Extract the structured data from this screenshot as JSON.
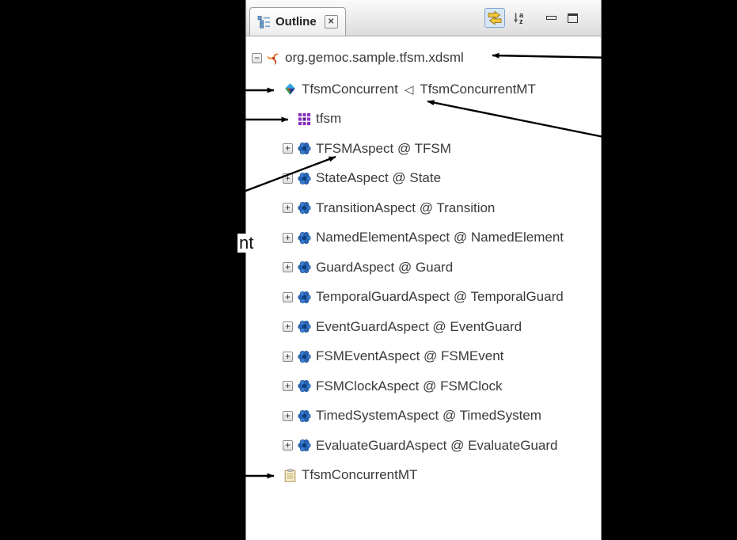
{
  "panel": {
    "tab": {
      "title": "Outline",
      "close_glyph": "✕"
    },
    "toolbar": {
      "sort_letter_top": "a",
      "sort_letter_bottom": "z"
    }
  },
  "tree": {
    "glyphs": {
      "collapse": "−",
      "expand": "+",
      "refines": "◁"
    },
    "rows": [
      {
        "label": "org.gemoc.sample.tfsm.xdsml"
      },
      {
        "label": "TfsmConcurrent",
        "ref_label": "TfsmConcurrentMT"
      },
      {
        "label": "tfsm"
      },
      {
        "label": "TFSMAspect @ TFSM"
      },
      {
        "label": "StateAspect @ State"
      },
      {
        "label": "TransitionAspect @ Transition"
      },
      {
        "label": "NamedElementAspect @ NamedElement"
      },
      {
        "label": "GuardAspect @ Guard"
      },
      {
        "label": "TemporalGuardAspect @ TemporalGuard"
      },
      {
        "label": "EventGuardAspect @ EventGuard"
      },
      {
        "label": "FSMEventAspect @ FSMEvent"
      },
      {
        "label": "FSMClockAspect @ FSMClock"
      },
      {
        "label": "TimedSystemAspect @ TimedSystem"
      },
      {
        "label": "EvaluateGuardAspect @ EvaluateGuard"
      },
      {
        "label": "TfsmConcurrentMT"
      }
    ]
  },
  "annotations": {
    "partial_label": "nt"
  },
  "colors": {
    "toggle_bg": "#d9e6f6",
    "toggle_border": "#7fa3cc",
    "aspect_icon_blue": "#2a64b4",
    "xdsml_icon_orange": "#e4641c",
    "tfsm_icon_purple": "#8a2fc0",
    "annotation_line": "#000000"
  }
}
